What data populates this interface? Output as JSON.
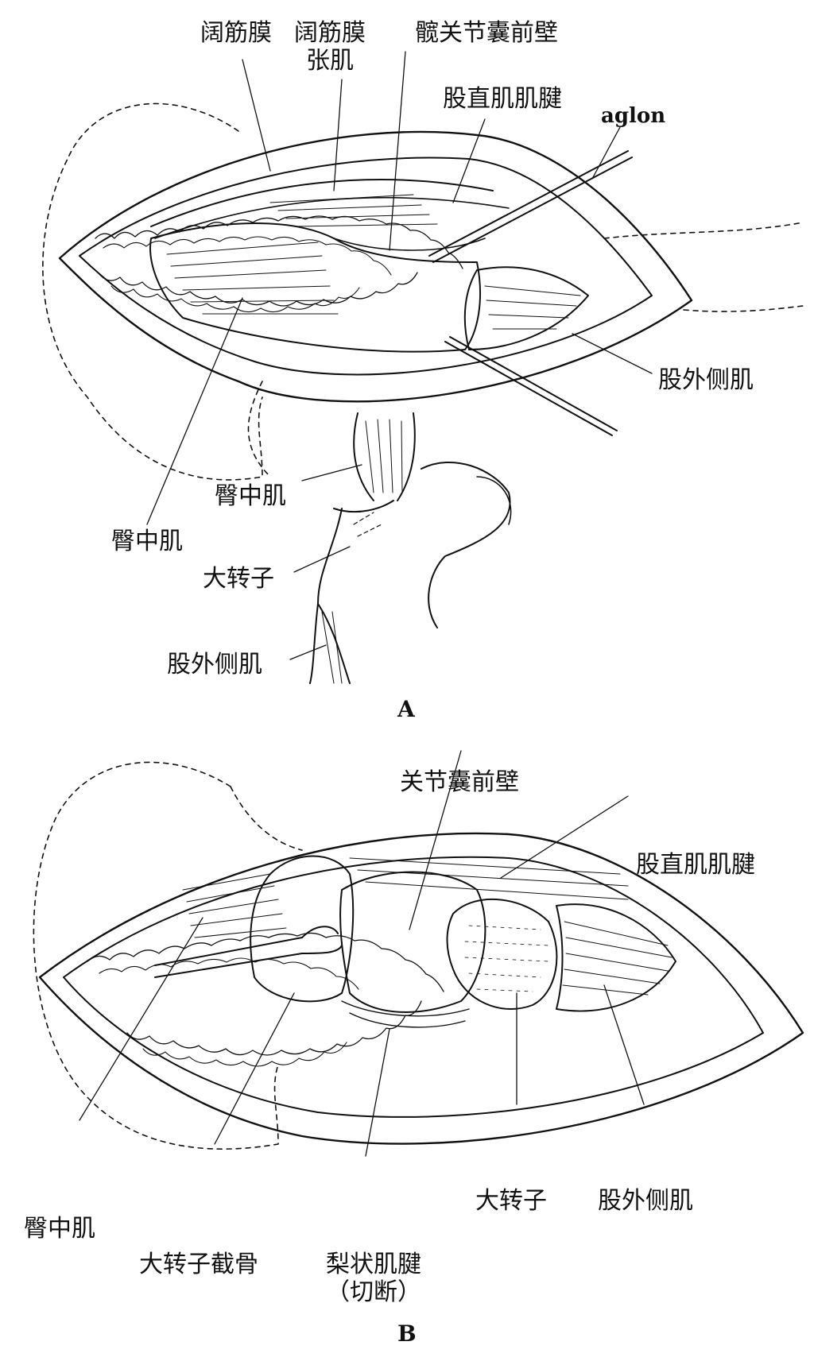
{
  "panels": {
    "a": {
      "letter": "A",
      "labels": {
        "fascia_lata": "阔筋膜",
        "tensor_line1": "阔筋膜",
        "tensor_line2": "张肌",
        "hip_capsule_anterior": "髋关节囊前壁",
        "rectus_femoris_tendon": "股直肌肌腱",
        "aglon": "aglon",
        "vastus_lateralis_right": "股外侧肌",
        "gluteus_medius_small": "臀中肌",
        "gluteus_medius_left": "臀中肌",
        "greater_trochanter": "大转子",
        "vastus_lateralis_bottom": "股外侧肌"
      }
    },
    "b": {
      "letter": "B",
      "labels": {
        "joint_capsule_anterior": "关节囊前壁",
        "rectus_femoris_tendon": "股直肌肌腱",
        "gluteus_medius": "臀中肌",
        "trochanter_osteotomy": "大转子截骨",
        "piriformis_line1": "梨状肌腱",
        "piriformis_line2": "（切断）",
        "greater_trochanter": "大转子",
        "vastus_lateralis": "股外侧肌"
      }
    }
  }
}
